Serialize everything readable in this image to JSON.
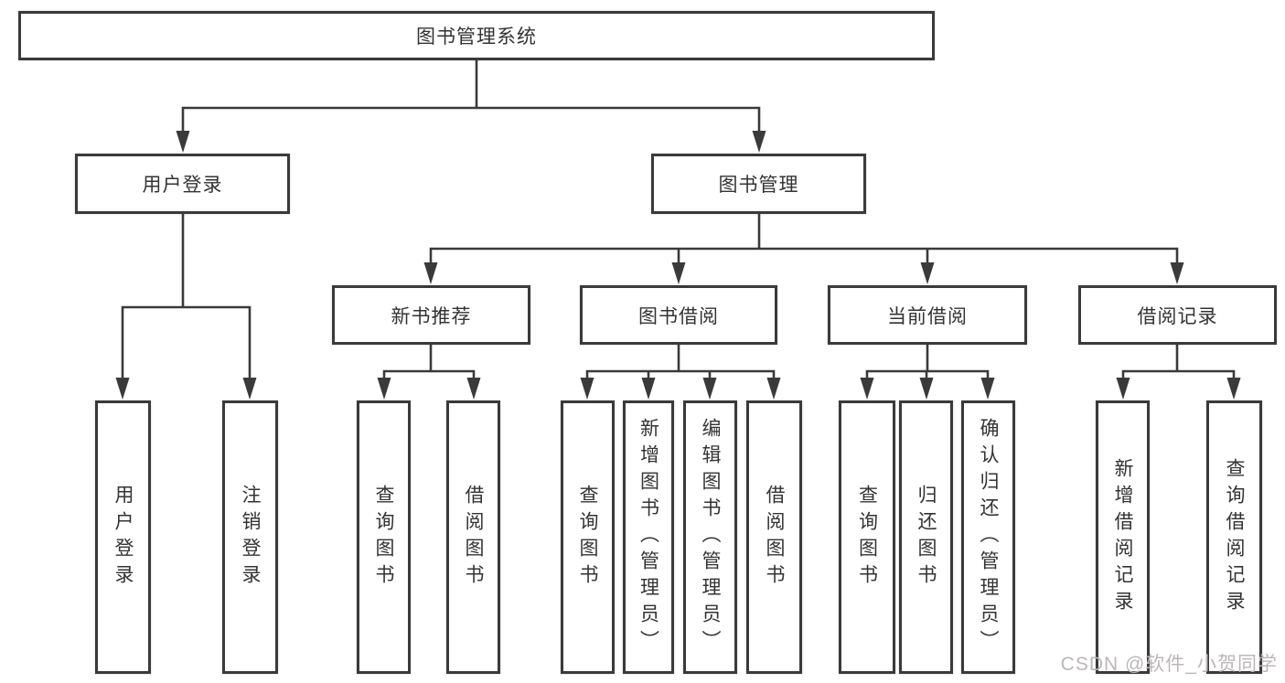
{
  "tree": {
    "label": "图书管理系统",
    "children": [
      {
        "label": "用户登录",
        "children": [
          {
            "label": "用户登录"
          },
          {
            "label": "注销登录"
          }
        ]
      },
      {
        "label": "图书管理",
        "children": [
          {
            "label": "新书推荐",
            "children": [
              {
                "label": "查询图书"
              },
              {
                "label": "借阅图书"
              }
            ]
          },
          {
            "label": "图书借阅",
            "children": [
              {
                "label": "查询图书"
              },
              {
                "label": "新增图书（管理员）"
              },
              {
                "label": "编辑图书（管理员）"
              },
              {
                "label": "借阅图书"
              }
            ]
          },
          {
            "label": "当前借阅",
            "children": [
              {
                "label": "查询图书"
              },
              {
                "label": "归还图书"
              },
              {
                "label": "确认归还（管理员）"
              }
            ]
          },
          {
            "label": "借阅记录",
            "children": [
              {
                "label": "新增借阅记录"
              },
              {
                "label": "查询借阅记录"
              }
            ]
          }
        ]
      }
    ]
  },
  "watermark": "CSDN @软件_小贺同学",
  "colors": {
    "line": "#3a3a3a",
    "text": "#333333",
    "watermark": "#bcb7b7",
    "box_bg": "#ffffff",
    "page_bg": "#ffffff"
  }
}
